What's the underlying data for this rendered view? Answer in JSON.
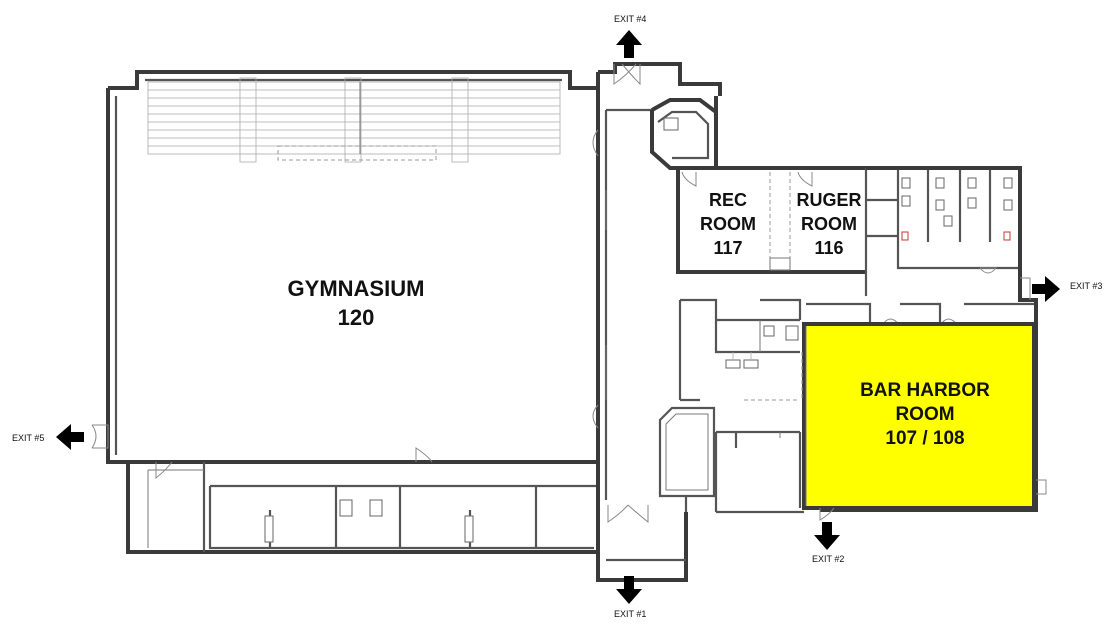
{
  "rooms": {
    "gymnasium": {
      "name": "GYMNASIUM",
      "number": "120"
    },
    "rec_room": {
      "line1": "REC",
      "line2": "ROOM",
      "number": "117"
    },
    "ruger_room": {
      "line1": "RUGER",
      "line2": "ROOM",
      "number": "116"
    },
    "bar_harbor": {
      "line1": "BAR HARBOR",
      "line2": "ROOM",
      "number": "107 / 108"
    }
  },
  "exits": {
    "exit1": "EXIT #1",
    "exit2": "EXIT #2",
    "exit3": "EXIT #3",
    "exit4": "EXIT #4",
    "exit5": "EXIT #5"
  },
  "colors": {
    "highlight": "#ffff00",
    "wall": "#3a3a3a",
    "arrow": "#000000"
  }
}
